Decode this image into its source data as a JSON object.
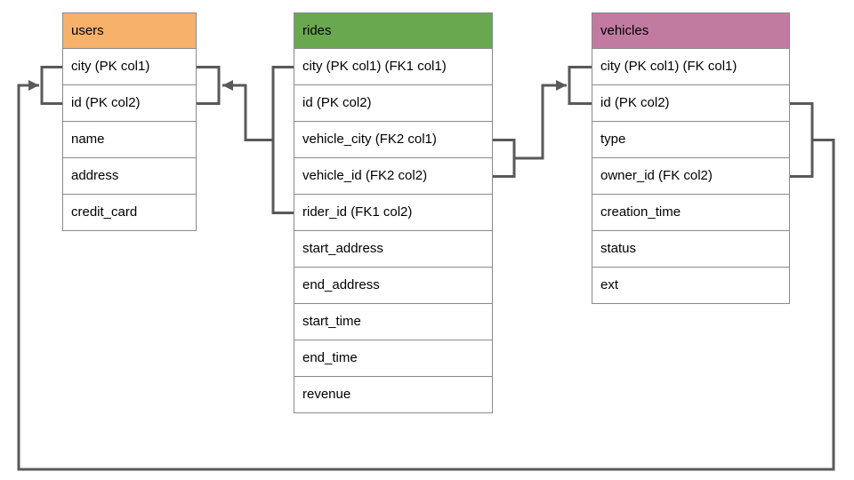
{
  "diagram": {
    "title": "database-schema-diagram",
    "tables": {
      "users": {
        "title": "users",
        "header_color": "#f6b26b",
        "rows": [
          "city (PK col1)",
          "id (PK col2)",
          "name",
          "address",
          "credit_card"
        ]
      },
      "rides": {
        "title": "rides",
        "header_color": "#6aa84f",
        "rows": [
          "city (PK col1) (FK1 col1)",
          "id (PK col2)",
          "vehicle_city (FK2 col1)",
          "vehicle_id (FK2 col2)",
          "rider_id (FK1 col2)",
          "start_address",
          "end_address",
          "start_time",
          "end_time",
          "revenue"
        ]
      },
      "vehicles": {
        "title": "vehicles",
        "header_color": "#c27ba0",
        "rows": [
          "city (PK col1) (FK col1)",
          "id (PK col2)",
          "type",
          "owner_id (FK col2)",
          "creation_time",
          "status",
          "ext"
        ]
      }
    },
    "relationships": [
      {
        "name": "rides-to-users",
        "from": "rides (city, rider_id)",
        "to": "users (city, id)"
      },
      {
        "name": "rides-to-vehicles",
        "from": "rides (vehicle_city, vehicle_id)",
        "to": "vehicles (city, id)"
      },
      {
        "name": "vehicles-to-users",
        "from": "vehicles (id, owner_id)",
        "to": "users (city, id)"
      }
    ],
    "colors": {
      "connector": "#595959",
      "table_border": "#8a8a8a",
      "text": "#000000",
      "users_header": "#f6b26b",
      "rides_header": "#6aa84f",
      "vehicles_header": "#c27ba0"
    }
  }
}
